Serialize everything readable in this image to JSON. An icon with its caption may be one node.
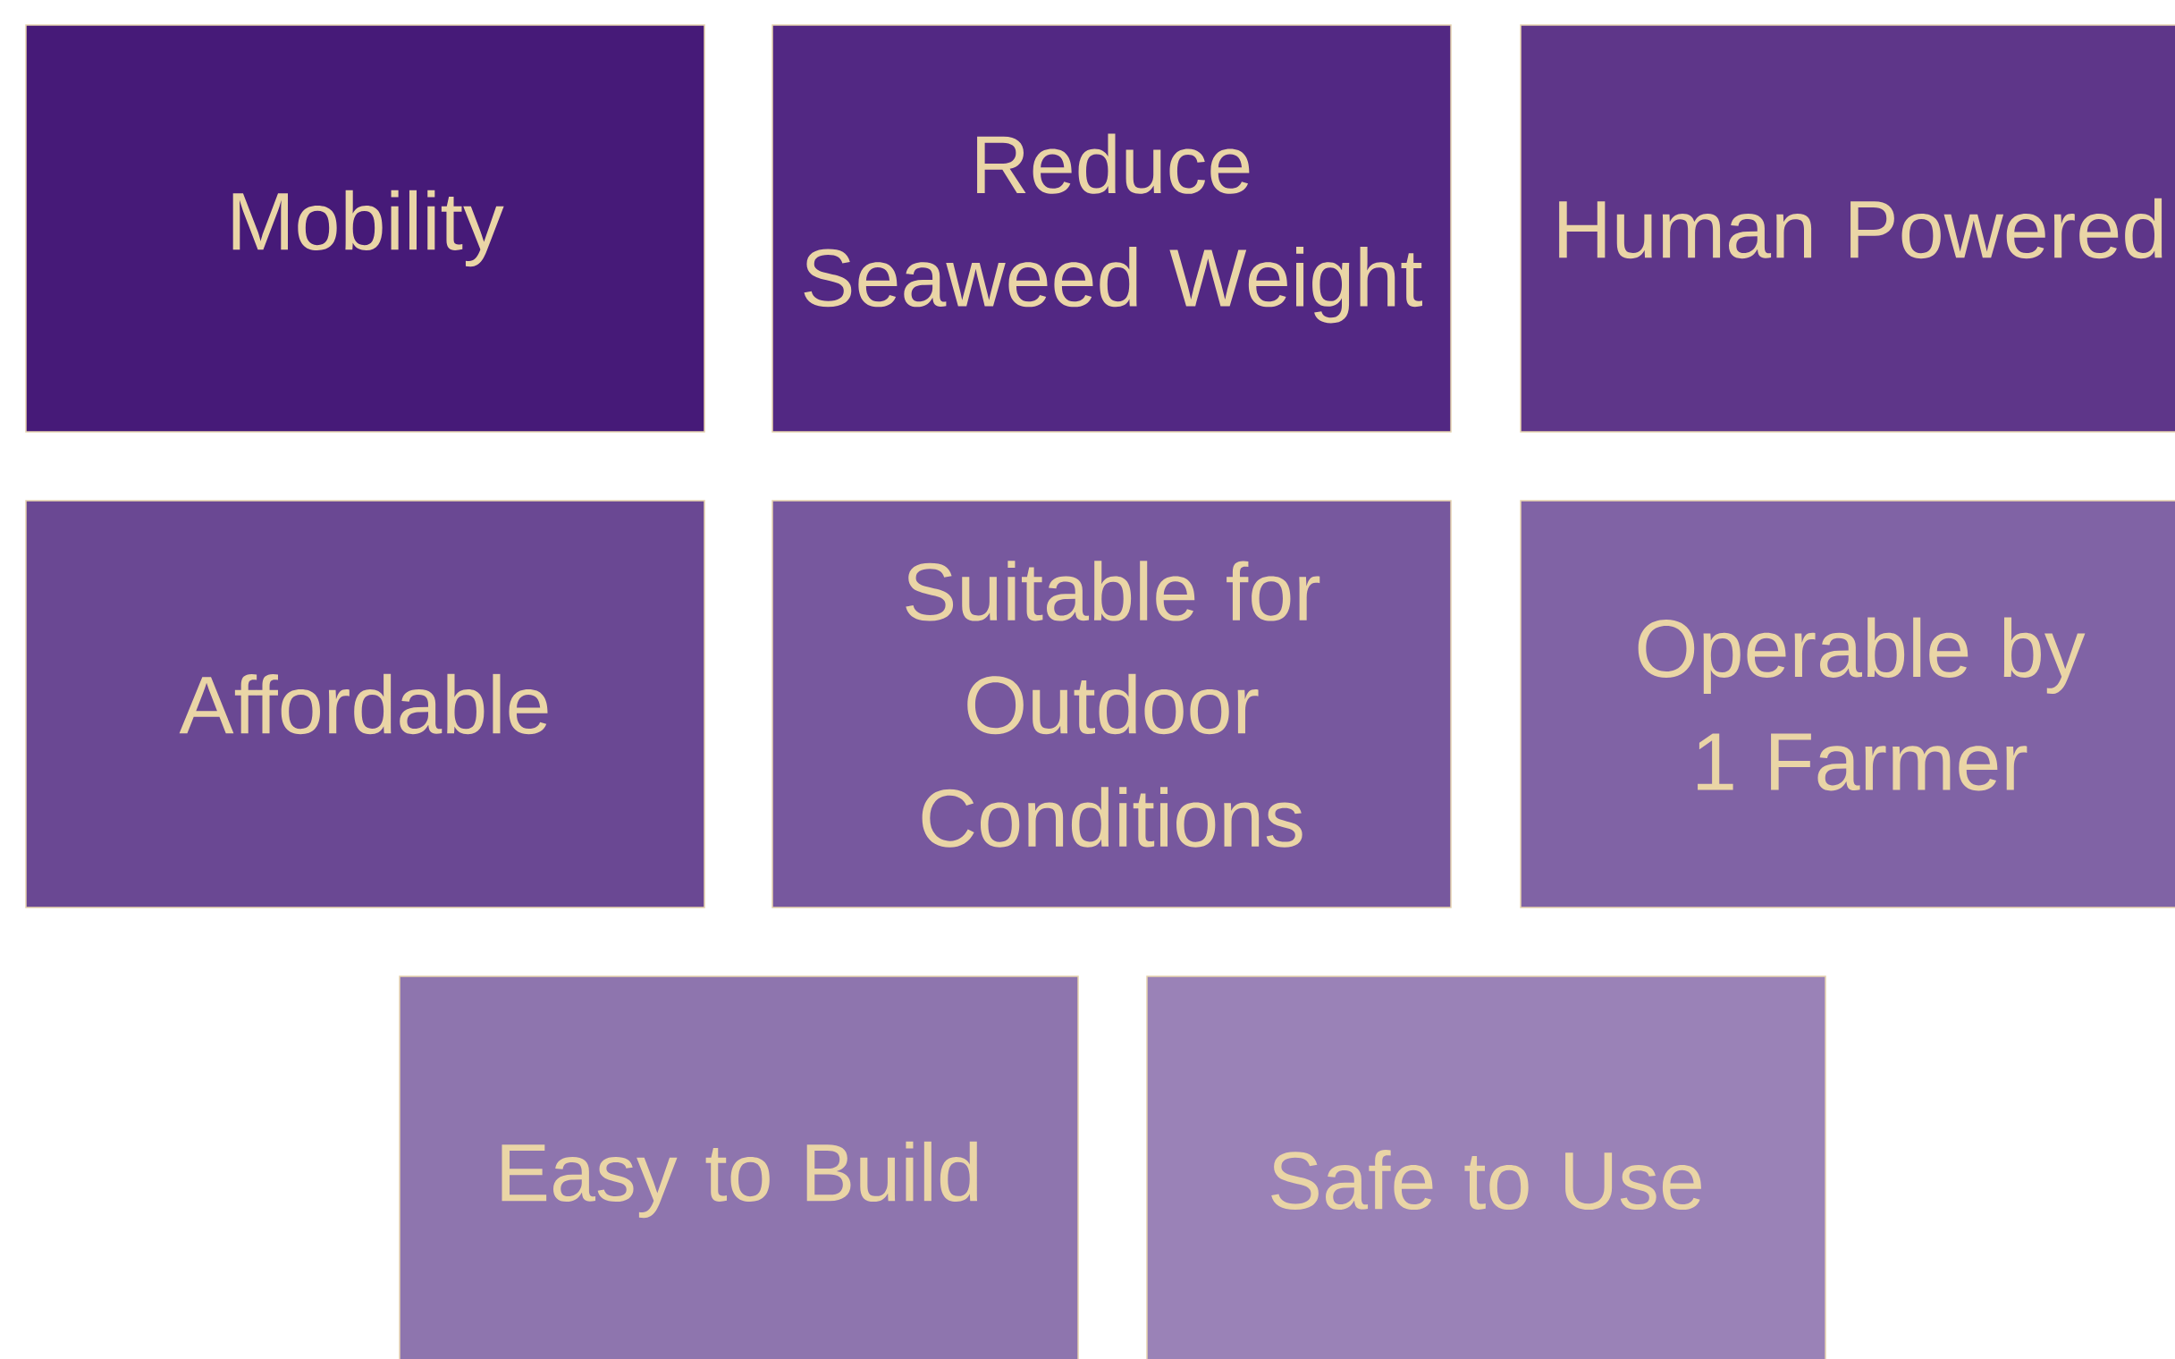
{
  "diagram": {
    "nodes": [
      {
        "text": [
          "Mobility"
        ]
      },
      {
        "text": [
          "Reduce Seaweed Weight"
        ]
      },
      {
        "text": [
          "Human Powered"
        ]
      },
      {
        "text": [
          "Affordable"
        ]
      },
      {
        "text": [
          "Suitable for Outdoor Conditions"
        ]
      },
      {
        "text": [
          "Operable by 1 Farmer"
        ]
      },
      {
        "text": [
          "Easy to Build"
        ]
      },
      {
        "text": [
          "Safe to Use"
        ]
      }
    ]
  }
}
